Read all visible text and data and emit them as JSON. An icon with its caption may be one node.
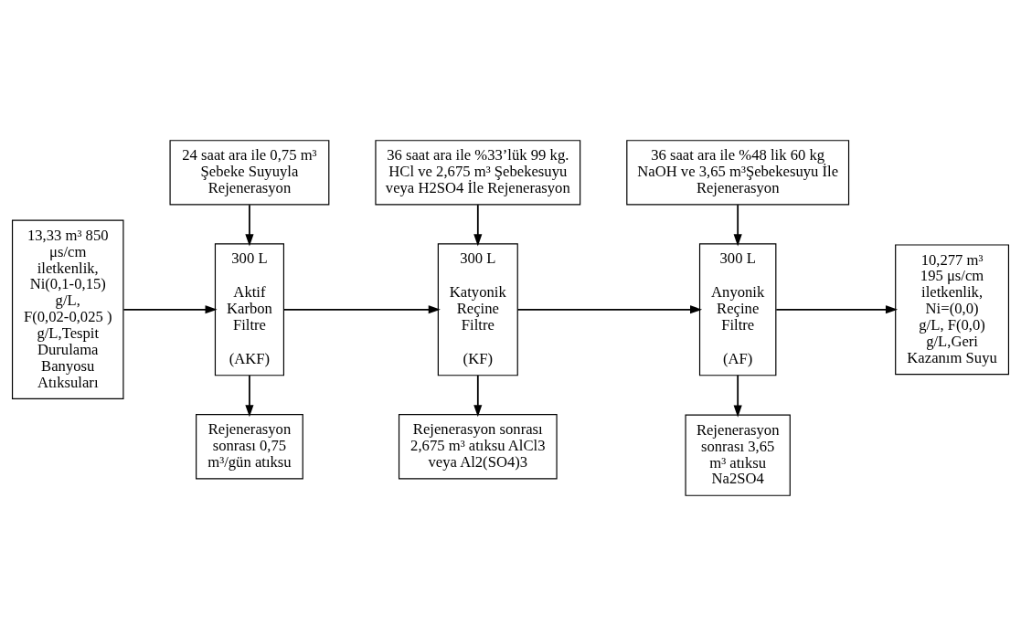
{
  "diagram": {
    "nodes": [
      {
        "text": [
          "24 saat ara ile 0,75 m³ Şebeke Suyuyla Rejenerasyon"
        ]
      },
      {
        "text": [
          "36 saat ara ile %33’lük 99 kg. HCl ve 2,675 m³ Şebekesuyu veya H2SO4 İle Rejenerasyon"
        ]
      },
      {
        "text": [
          "36 saat ara ile %48 lik 60 kg NaOH ve 3,65 m³Şebekesuyu İle Rejenerasyon"
        ]
      },
      {
        "text": [
          "13,33 m³ 850 μs/cm iletkenlik, Ni(0,1-0,15) g/L, F(0,02-0,025 ) g/L,Tespit Durulama Banyosu Atıksuları"
        ]
      },
      {
        "text": [
          "300 L",
          "Aktif Karbon Filtre",
          "(AKF)"
        ]
      },
      {
        "text": [
          "300 L",
          "Katyonik Reçine Filtre",
          "(KF)"
        ]
      },
      {
        "text": [
          "300 L",
          "Anyonik Reçine Filtre",
          "(AF)"
        ]
      },
      {
        "text": [
          "10,277 m³ 195 μs/cm iletkenlik, Ni=(0,0) g/L, F(0,0) g/L,Geri Kazanım Suyu"
        ]
      },
      {
        "text": [
          "Rejenerasyon sonrası 0,75 m³/gün atıksu"
        ]
      },
      {
        "text": [
          "Rejenerasyon sonrası 2,675 m³ atıksu AlCl3  veya Al2(SO4)3"
        ]
      },
      {
        "text": [
          "Rejenerasyon sonrası 3,65 m³ atıksu Na2SO4"
        ]
      }
    ],
    "edges": [
      {
        "from": 0,
        "to": 4,
        "arrow": "to"
      },
      {
        "from": 1,
        "to": 5,
        "arrow": "to"
      },
      {
        "from": 2,
        "to": 6,
        "arrow": "to"
      },
      {
        "from": 3,
        "to": 4,
        "arrow": "to"
      },
      {
        "from": 4,
        "to": 5,
        "arrow": "to"
      },
      {
        "from": 5,
        "to": 6,
        "arrow": "to"
      },
      {
        "from": 6,
        "to": 7,
        "arrow": "to"
      },
      {
        "from": 4,
        "to": 8,
        "arrow": "to"
      },
      {
        "from": 5,
        "to": 9,
        "arrow": "to"
      },
      {
        "from": 6,
        "to": 10,
        "arrow": "to"
      }
    ]
  }
}
